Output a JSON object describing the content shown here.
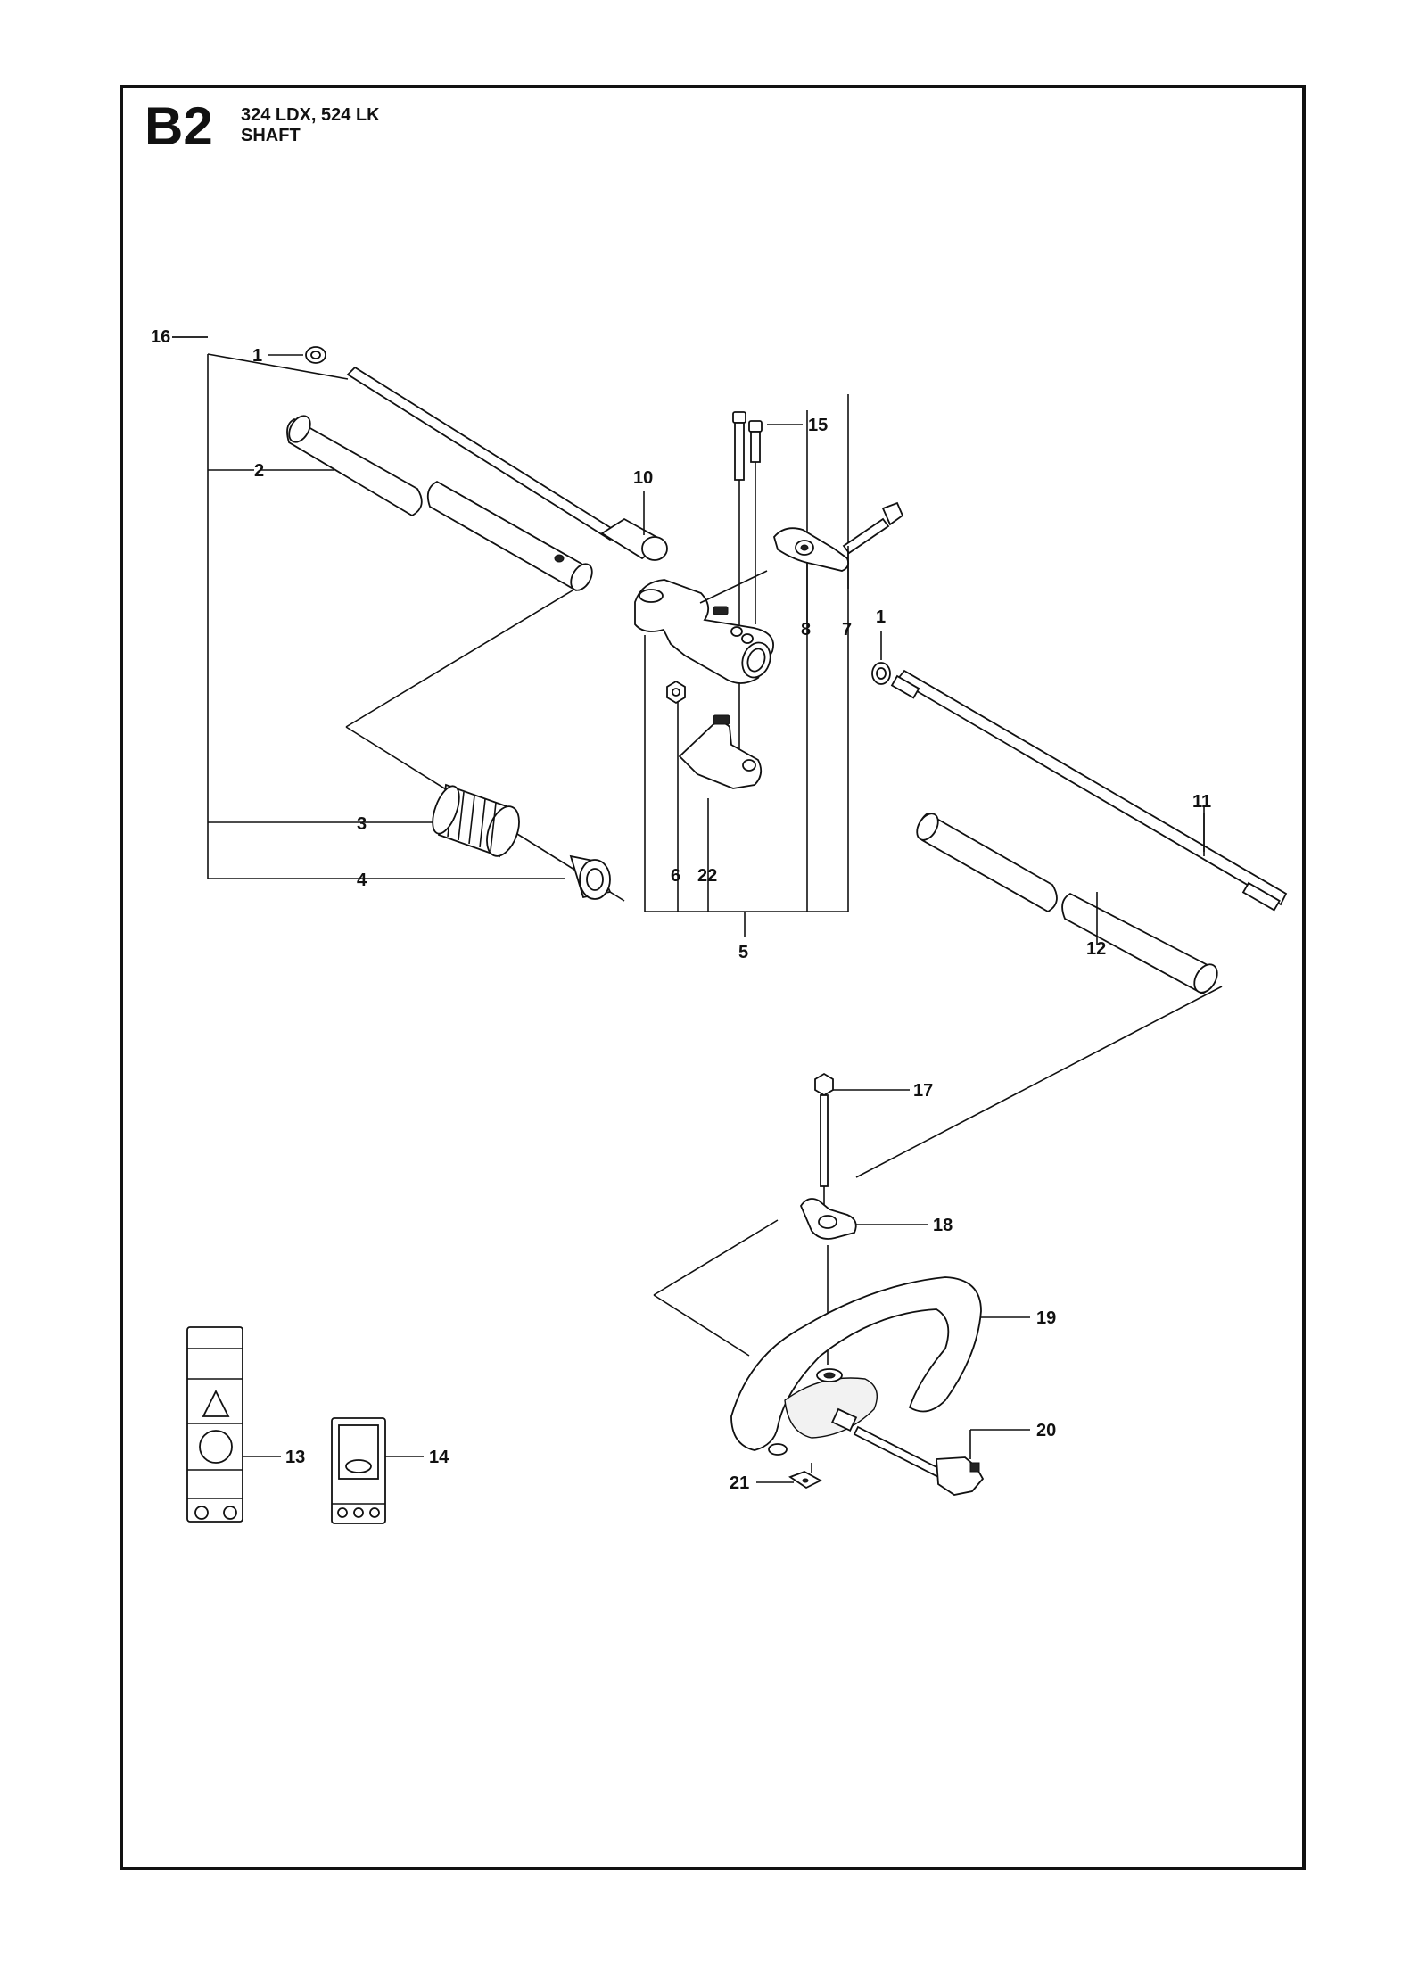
{
  "header": {
    "section_code": "B2",
    "model_line": "324 LDX, 524 LK",
    "section_title": "SHAFT"
  },
  "callouts": {
    "c1a": "1",
    "c1b": "1",
    "c2": "2",
    "c3": "3",
    "c4": "4",
    "c5": "5",
    "c6": "6",
    "c7": "7",
    "c8": "8",
    "c10": "10",
    "c11": "11",
    "c12": "12",
    "c13": "13",
    "c14": "14",
    "c15": "15",
    "c16": "16",
    "c17": "17",
    "c18": "18",
    "c19": "19",
    "c20": "20",
    "c21": "21",
    "c22": "22"
  }
}
